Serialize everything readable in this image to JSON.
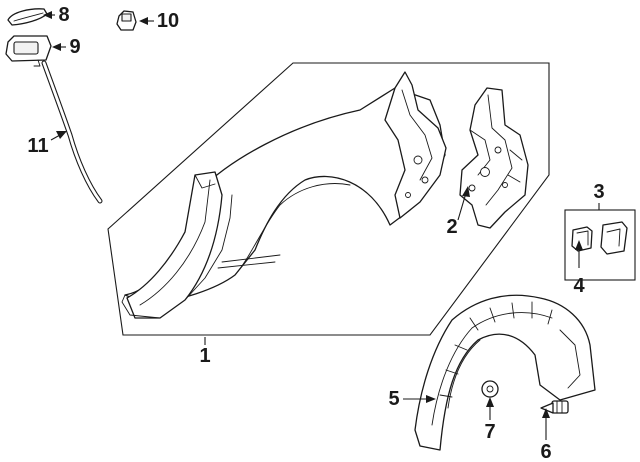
{
  "callouts": {
    "c1": "1",
    "c2": "2",
    "c3": "3",
    "c4": "4",
    "c5": "5",
    "c6": "6",
    "c7": "7",
    "c8": "8",
    "c9": "9",
    "c10": "10",
    "c11": "11"
  },
  "colors": {
    "line": "#1a1a1a",
    "fill": "#ffffff",
    "background": "#ffffff"
  }
}
